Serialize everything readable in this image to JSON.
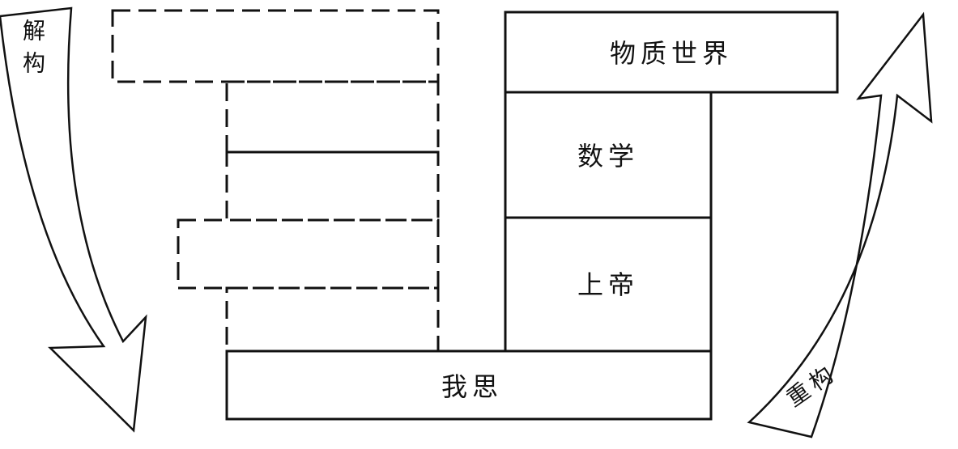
{
  "diagram": {
    "blocks": {
      "material_world": "物质世界",
      "mathematics": "数学",
      "god": "上帝",
      "i_think": "我思"
    },
    "arrows": {
      "deconstruct_char1": "解",
      "deconstruct_char2": "构",
      "reconstruct_char1": "重",
      "reconstruct_char2": "构"
    },
    "colors": {
      "stroke": "#111111",
      "background": "#ffffff"
    }
  }
}
